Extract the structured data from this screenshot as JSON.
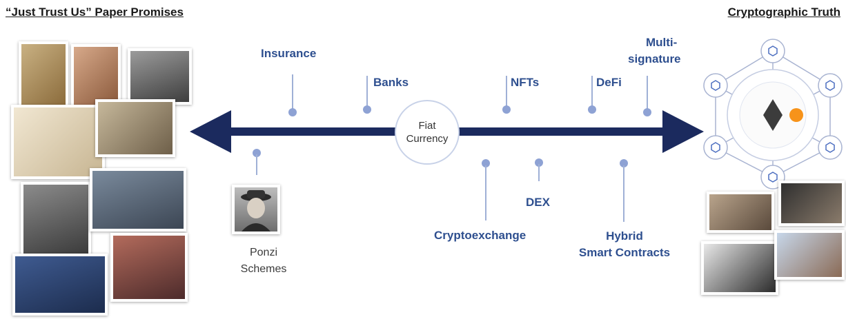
{
  "headings": {
    "left": "“Just Trust Us” Paper Promises",
    "right": "Cryptographic Truth"
  },
  "center": {
    "line1": "Fiat",
    "line2": "Currency"
  },
  "labels_top": {
    "insurance": "Insurance",
    "banks": "Banks",
    "nfts": "NFTs",
    "defi": "DeFi",
    "multisig_1": "Multi-",
    "multisig_2": "signature"
  },
  "labels_bottom": {
    "ponzi_1": "Ponzi",
    "ponzi_2": "Schemes",
    "cryptoexchange": "Cryptoexchange",
    "dex": "DEX",
    "hybrid_1": "Hybrid",
    "hybrid_2": "Smart Contracts"
  },
  "colors": {
    "arrow": "#1b2a5e",
    "label": "#2e4f8f",
    "dot": "#8ea2d4"
  }
}
